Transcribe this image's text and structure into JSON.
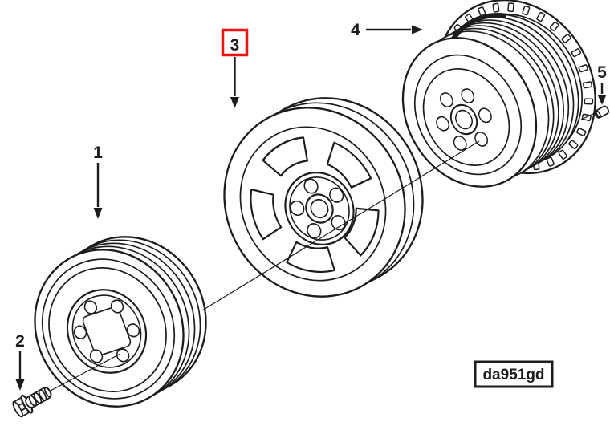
{
  "figure": {
    "type": "exploded-parts-diagram",
    "figure_code": "da951gd",
    "callouts": [
      {
        "id": "callout-1",
        "label": "1",
        "highlighted": false
      },
      {
        "id": "callout-2",
        "label": "2",
        "highlighted": false
      },
      {
        "id": "callout-3",
        "label": "3",
        "highlighted": true
      },
      {
        "id": "callout-4",
        "label": "4",
        "highlighted": false
      },
      {
        "id": "callout-5",
        "label": "5",
        "highlighted": false
      }
    ],
    "colors": {
      "line": "#1c1c1c",
      "highlight": "#ee1111",
      "background": "#ffffff"
    }
  }
}
